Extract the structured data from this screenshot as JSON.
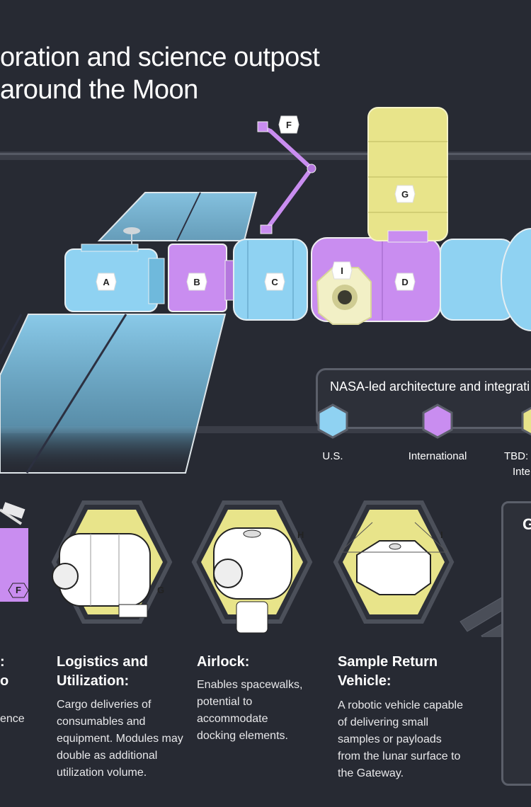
{
  "title": {
    "line1": "oration and science outpost",
    "line2": "around the Moon"
  },
  "element_labels": [
    "A",
    "B",
    "C",
    "D",
    "F",
    "G",
    "I"
  ],
  "legend": {
    "title": "NASA-led architecture and integrati",
    "items": [
      {
        "label": "U.S.",
        "color": "#8fd2f2"
      },
      {
        "label": "International",
        "color": "#c98df0"
      },
      {
        "label": "TBD: U",
        "label2": "Inte",
        "color": "#e8e48a"
      }
    ]
  },
  "cards": [
    {
      "title1": "Logistics and",
      "title2": "Utilization:",
      "badge": "G",
      "desc": [
        "Cargo deliveries of",
        "consumables and",
        "equipment. Modules may",
        "double as additional",
        "utilization volume."
      ]
    },
    {
      "title1": "Airlock:",
      "title2": "",
      "badge": "H",
      "desc": [
        "Enables spacewalks,",
        "potential to",
        "accommodate",
        "docking elements."
      ]
    },
    {
      "title1": "Sample Return",
      "title2": "Vehicle:",
      "badge": "I",
      "desc": [
        "A robotic vehicle capable",
        "of delivering small",
        "samples or payloads",
        "from the lunar surface to",
        "the Gateway."
      ]
    }
  ],
  "partial_card": {
    "badge": "F",
    "title_frag1": ":",
    "title_frag2": "o",
    "desc_frag": "ence"
  },
  "right_box": {
    "letter": "G"
  },
  "colors": {
    "us": "#8fd2f2",
    "intl": "#c98df0",
    "tbd": "#e8e48a",
    "bg": "#272a33",
    "frame": "#5b5f6a"
  }
}
